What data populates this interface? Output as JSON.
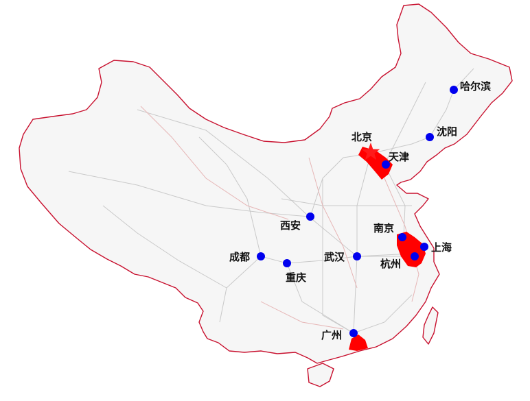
{
  "map": {
    "colors": {
      "land": "#f6f6f6",
      "border": "#c8102e",
      "road": "#c9c9c9",
      "rail": "#e6b6b6",
      "region": "#ff0000",
      "city_dot": "#0000ee",
      "capital": "#ff1a1a"
    },
    "capital": {
      "label": "北京",
      "marker": "star-icon"
    },
    "cities": [
      {
        "id": "harbin",
        "label": "哈尔滨"
      },
      {
        "id": "shenyang",
        "label": "沈阳"
      },
      {
        "id": "tianjin",
        "label": "天津"
      },
      {
        "id": "xian",
        "label": "西安"
      },
      {
        "id": "nanjing",
        "label": "南京"
      },
      {
        "id": "shanghai",
        "label": "上海"
      },
      {
        "id": "chengdu",
        "label": "成都"
      },
      {
        "id": "chongqing",
        "label": "重庆"
      },
      {
        "id": "wuhan",
        "label": "武汉"
      },
      {
        "id": "hangzhou",
        "label": "杭州"
      },
      {
        "id": "guangzhou",
        "label": "广州"
      }
    ],
    "regions": [
      {
        "id": "jingjin",
        "marker": "region-fill"
      },
      {
        "id": "yangtze-delta",
        "marker": "region-fill"
      },
      {
        "id": "pearl-delta",
        "marker": "region-fill"
      }
    ]
  }
}
